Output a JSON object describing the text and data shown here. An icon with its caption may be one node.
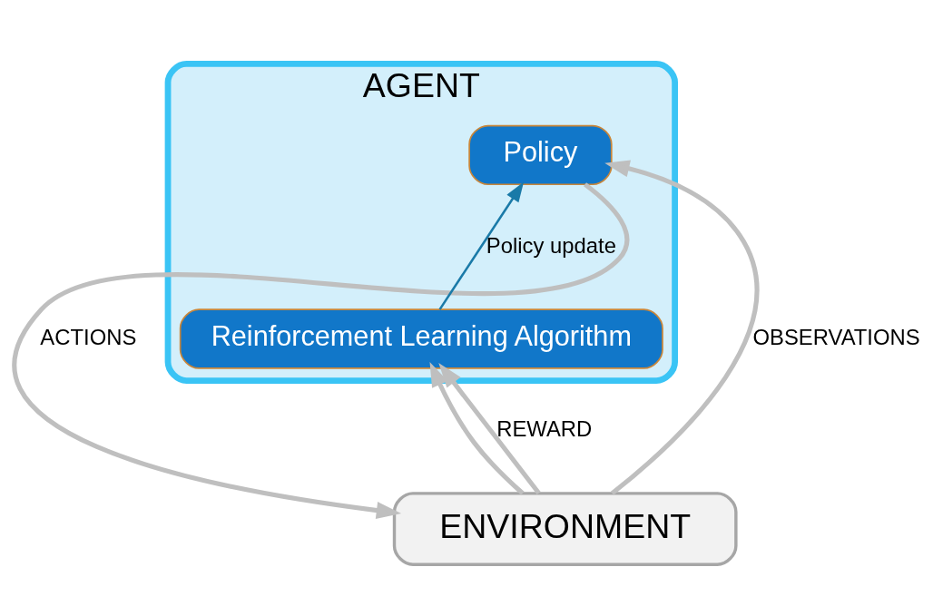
{
  "diagram": {
    "nodes": [
      {
        "text": [
          "AGENT"
        ]
      },
      {
        "text": [
          "Policy"
        ],
        "in": 0
      },
      {
        "text": [
          "Reinforcement Learning Algorithm"
        ],
        "in": 0
      },
      {
        "text": [
          "ENVIRONMENT"
        ]
      }
    ],
    "edges": [
      {
        "from": 3,
        "to": 1,
        "arrow": "to",
        "label": "OBSERVATIONS"
      },
      {
        "from": 3,
        "to": 2,
        "arrow": "to"
      },
      {
        "from": 1,
        "to": 3,
        "arrow": "to",
        "label": "ACTIONS"
      },
      {
        "from": 2,
        "to": 1,
        "arrow": "to",
        "label": "Policy update",
        "color": "#1a7aa8"
      },
      {
        "from": 3,
        "to": 2,
        "arrow": "to",
        "label": "REWARD"
      }
    ]
  }
}
